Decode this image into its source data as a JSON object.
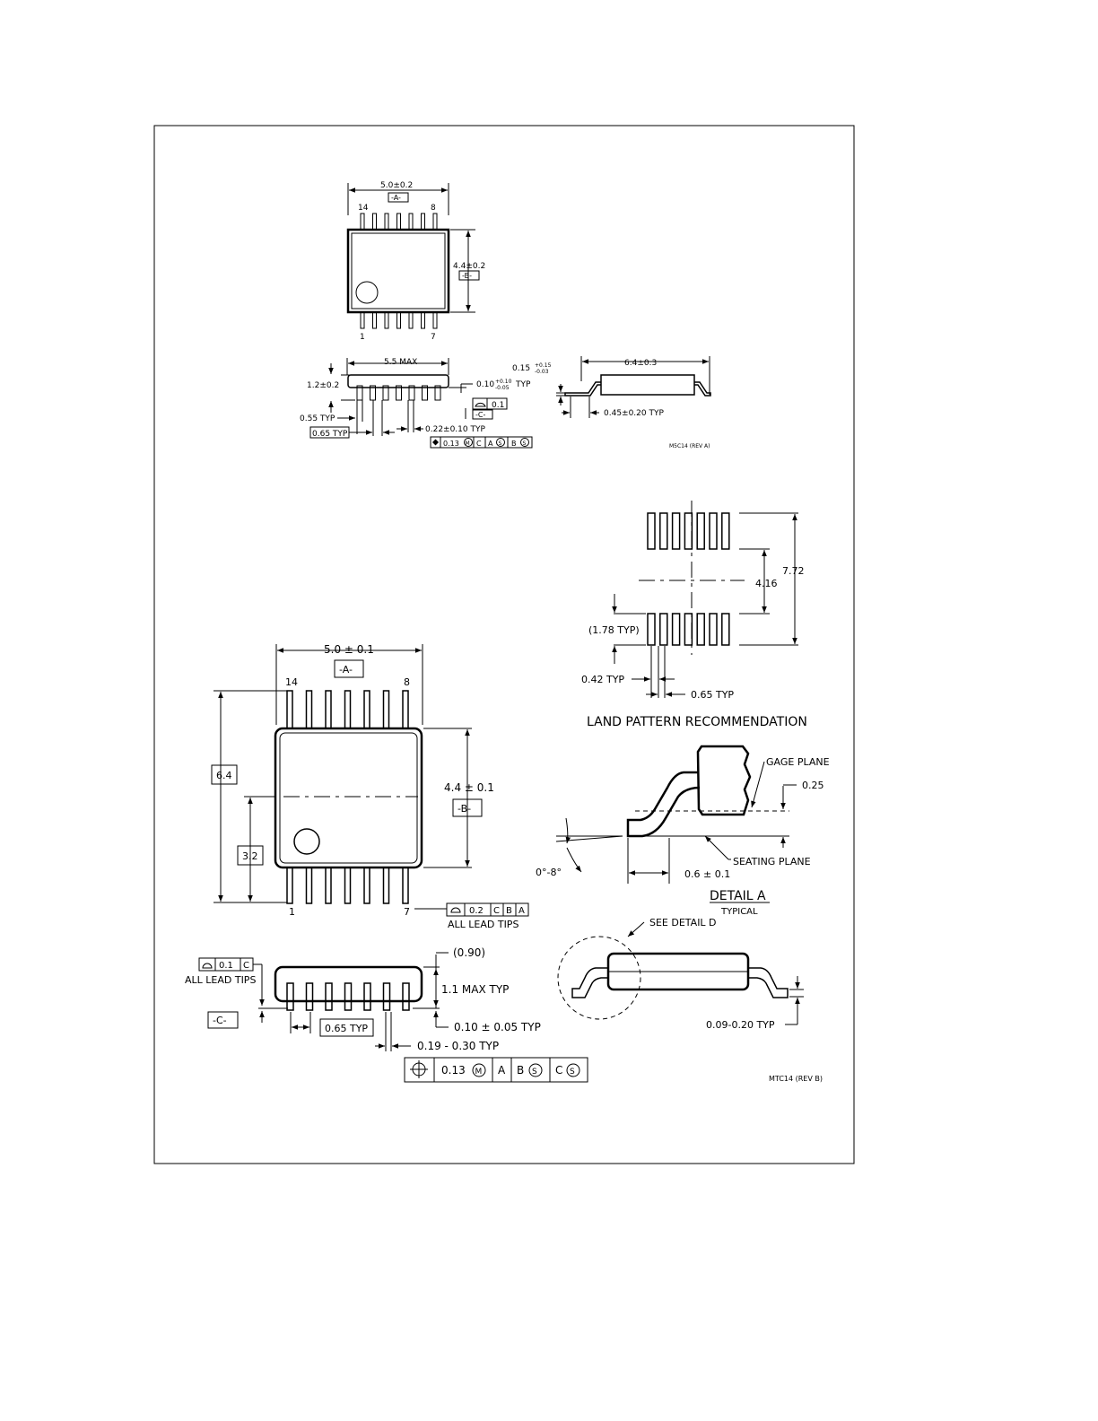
{
  "top_drawing": {
    "body_length": "5.0±0.2",
    "datum_a": "-A-",
    "pin_14": "14",
    "pin_8": "8",
    "pin_1": "1",
    "pin_7": "7",
    "body_width": "4.4±0.2",
    "datum_b": "-B-",
    "overall_length": "5.5 MAX",
    "height": "1.2±0.2",
    "standoff": "0.10",
    "standoff_tol_plus": "+0.10",
    "standoff_tol_minus": "-0.05",
    "standoff_suffix": "TYP",
    "coplanarity": "0.1",
    "datum_c": "-C-",
    "lead_offset": "0.55 TYP",
    "pitch": "0.65 TYP",
    "lead_width": "0.22±0.10 TYP",
    "position_tol": "0.13",
    "fcf_m": "M",
    "fcf_c": "C",
    "fcf_a": "A",
    "fcf_b": "B",
    "fcf_s": "S",
    "lead_thickness": "0.15",
    "lead_thickness_plus": "+0.15",
    "lead_thickness_minus": "-0.03",
    "span": "6.4±0.3",
    "foot_length": "0.45±0.20 TYP",
    "drawing_code": "M5C14 (REV A)"
  },
  "land_pattern": {
    "overall": "7.72",
    "inner": "4.16",
    "pad_length": "(1.78 TYP)",
    "pad_width": "0.42 TYP",
    "pitch": "0.65 TYP",
    "title": "LAND PATTERN RECOMMENDATION"
  },
  "detail_a": {
    "gage_plane": "GAGE PLANE",
    "gage_value": "0.25",
    "seating_plane": "SEATING PLANE",
    "angle": "0°-8°",
    "foot": "0.6 ± 0.1",
    "title": "DETAIL A",
    "subtitle": "TYPICAL"
  },
  "bottom_drawing": {
    "body_length": "5.0 ± 0.1",
    "datum_a": "-A-",
    "pin_14": "14",
    "pin_8": "8",
    "pin_1": "1",
    "pin_7": "7",
    "span": "6.4",
    "center": "3.2",
    "body_width": "4.4 ± 0.1",
    "datum_b": "-B-",
    "profile_tol": "0.2",
    "profile_c": "C",
    "profile_b": "B",
    "profile_a": "A",
    "all_lead_tips": "ALL LEAD TIPS",
    "coplanarity": "0.1",
    "coplanarity_datum": "C",
    "all_lead_tips_2": "ALL LEAD TIPS",
    "datum_c": "-C-",
    "pitch": "0.65 TYP",
    "body_height_ref": "(0.90)",
    "max_height": "1.1 MAX TYP",
    "standoff": "0.10 ± 0.05 TYP",
    "lead_width": "0.19 - 0.30 TYP",
    "position_tol": "0.13",
    "fcf_m": "M",
    "fcf_a": "A",
    "fcf_b": "B",
    "fcf_c": "C",
    "fcf_s": "S",
    "see_detail": "SEE DETAIL D",
    "lead_thickness": "0.09-0.20 TYP",
    "drawing_code": "MTC14 (REV B)"
  }
}
